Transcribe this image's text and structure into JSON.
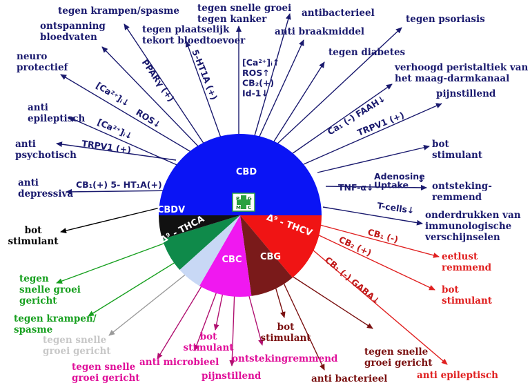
{
  "colors": {
    "CBD": "#0a14f5",
    "THCV": "#f01414",
    "CBG": "#7a1a1a",
    "CBC": "#f018f0",
    "THCA": "#0f8a4a",
    "CBDV": "#111111",
    "white_slice": "#c8d8f5",
    "navy": "#1a1a6e",
    "red": "#e02020",
    "maroon": "#7a1010",
    "magenta": "#e0109a",
    "green": "#18a020",
    "gray": "#c8c8c8",
    "black": "#000000"
  },
  "segments": {
    "cbd": "CBD",
    "cbdv": "CBDV",
    "thca": "Δ⁹ - THCA",
    "thcv": "Δ⁹ - THCV",
    "cbg": "CBG",
    "cbc": "CBC"
  },
  "logo_text": "PGMC",
  "cbd_effects": {
    "cramps": "tegen krampen/spasme",
    "vessels": "ontspanning\nbloedvaten",
    "blood_shortage": "tegen plaatselijk\ntekort bloedtoevoer",
    "cancer": "tegen snelle groei\ntegen kanker",
    "antibacterial": "antibacterieel",
    "anti_nausea": "anti braakmiddel",
    "psoriasis": "tegen psoriasis",
    "diabetes": "tegen diabetes",
    "peristalsis": "verhoogd peristaltiek van\nhet maag-darmkanaal",
    "neuro": "neuro\nprotectief",
    "painkiller": "pijnstillend",
    "epilepsy": "anti\nepileptisch",
    "bone": "bot\nstimulant",
    "psychotic": "anti\npsychotisch",
    "inflammation": "ontsteking-\nremmend",
    "depressive": "anti\ndepressiva",
    "immunology": "onderdrukken van\nimmunologische\nverschijnselen"
  },
  "cbdv_effects": {
    "bone": "bot\nstimulant"
  },
  "thca_effects": {
    "growth": "tegen\nsnelle groei\ngericht",
    "cramps": "tegen krampen/\nspasme"
  },
  "white_effects": {
    "growth": "tegen snelle\ngroei gericht"
  },
  "cbc_effects": {
    "growth": "tegen snelle\ngroei gericht",
    "microbial": "anti microbieel",
    "painkiller": "pijnstillend",
    "bone": "bot\nstimulant",
    "inflammation": "ontstekingremmend"
  },
  "cbg_effects": {
    "bone": "bot\nstimulant",
    "antibacterial": "anti bacterieel",
    "growth": "tegen snelle\ngroei gericht"
  },
  "thcv_effects": {
    "appetite": "eetlust\nremmend",
    "bone": "bot\nstimulant",
    "epilepsy": "anti epileptisch"
  },
  "mechanisms": {
    "ppar": "PPARγ (+)",
    "ht1a_top": "5-HT1A (+)",
    "ca_ros": "[Ca²⁺]ᵢ↑\nROS↑\nCB₂(+)\nId-1↓",
    "ca_down": "[Ca²⁺]ᵢ↓",
    "ros_down": "ROS↓",
    "ca_down2": "[Ca²⁺]ᵢ↓",
    "trpv1_left": "TRPV1 (+)",
    "cb1_ht1a": "CB₁(+) 5- HT₁A(+)",
    "faah": "Ca₁ (-) FAAH↓",
    "trpv1_right": "TRPV1 (+)",
    "adenosine": "Adenosine\nUptake",
    "adenosine_arrow": "↓",
    "tnf": "TNF-α↓",
    "tcells": "T-cells↓",
    "cb1_minus": "CB₁ (-)",
    "cb2_plus": "CB₂ (+)",
    "cb1_gaba": "CB₁ (-)   GABA↓"
  }
}
